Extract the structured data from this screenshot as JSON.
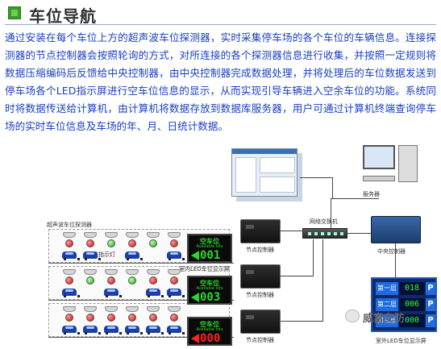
{
  "header": {
    "title": "车位导航"
  },
  "intro": {
    "paragraph": "通过安装在每个车位上方的超声波车位探测器，实时采集停车场的各个车位的车辆信息。连接探测器的节点控制器会按照轮询的方式，对所连接的各个探测器信息进行收集，并按照一定规则将数据压缩编码后反馈给中央控制器，由中央控制器完成数据处理，并将处理后的车位数据发送到停车场各个LED指示屏进行空车位信息的显示，从而实现引导车辆进入空余车位的功能。系统同时将数据传送给计算机，由计算机将数据存放到数据库服务器，用户可通过计算机终端查询停车场的实时车位信息及车场的年、月、日统计数据。"
  },
  "diagram": {
    "label_detectors": "超声波车位探测器",
    "label_lamp": "车位指示灯",
    "label_indoor_led": "室内LED车位显示屏",
    "label_node_controller": "节点控制器",
    "label_network_switch": "网络交换机",
    "label_server": "服务器",
    "label_central_controller": "中央控制器",
    "label_outdoor_led": "室外LED车位显示屏",
    "signs": [
      {
        "title": "空车位",
        "sub": "Available lots",
        "number": "001",
        "color": "#2bd62b"
      },
      {
        "title": "空车位",
        "sub": "Available lots",
        "number": "003",
        "color": "#2bd62b"
      },
      {
        "title": "空车位",
        "sub": "Available lots",
        "number": "000",
        "color": "#ff2020"
      }
    ],
    "outdoor_rows": [
      {
        "label": "第一层",
        "number": "018",
        "p": "P"
      },
      {
        "label": "第二层",
        "number": "006",
        "p": "P"
      },
      {
        "label": "第三层",
        "number": "000",
        "p": "P"
      }
    ],
    "lamp_rows": [
      [
        "red",
        "red",
        "green",
        "red",
        "green",
        "red"
      ],
      [
        "red",
        "green",
        "red",
        "green",
        "red",
        "red"
      ],
      [
        "red",
        "red",
        "red",
        "red",
        "red",
        "red"
      ]
    ],
    "colors": {
      "text_blue": "#1a3fc0",
      "led_green": "#2bd62b",
      "led_red": "#ff2020"
    }
  },
  "watermark": {
    "text": "威富安防",
    "icon": "wechat-icon"
  }
}
